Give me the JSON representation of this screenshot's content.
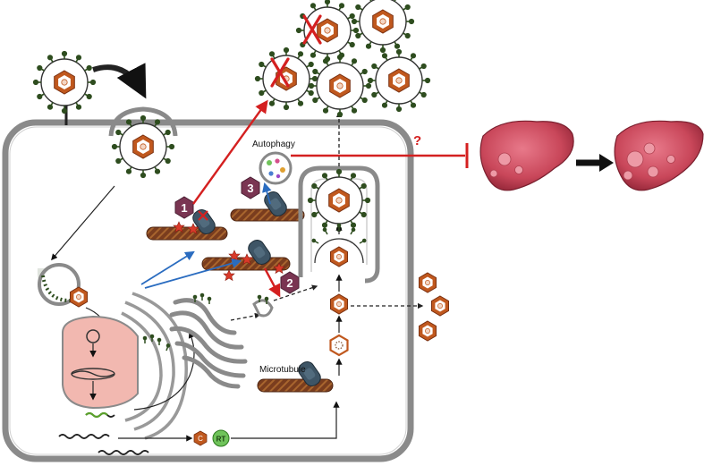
{
  "labels": {
    "autophagy": "Autophagy",
    "microtubule": "Microtubule",
    "question_mark": "?",
    "rt": "RT",
    "core": "C"
  },
  "pathway_markers": [
    {
      "number": "1"
    },
    {
      "number": "2"
    },
    {
      "number": "3"
    }
  ],
  "colors": {
    "inhibition_arrow": "#d42020",
    "microtubule_brown": "#7a3d1e",
    "motor_protein": "#3e5566",
    "marker_purple": "#7a3552",
    "marker_red": "#c8202e",
    "virion_spikes": "#2e4d1f",
    "capsid_orange": "#c0581e",
    "liver": "#c9475a",
    "cell_membrane": "#8a8a8a",
    "blue_arrow": "#2a6cc0"
  },
  "icons": [
    "virion-icon",
    "capsid-icon",
    "liver-icon",
    "nucleus-icon",
    "golgi-icon",
    "autophagosome-icon",
    "motor-protein-icon"
  ]
}
